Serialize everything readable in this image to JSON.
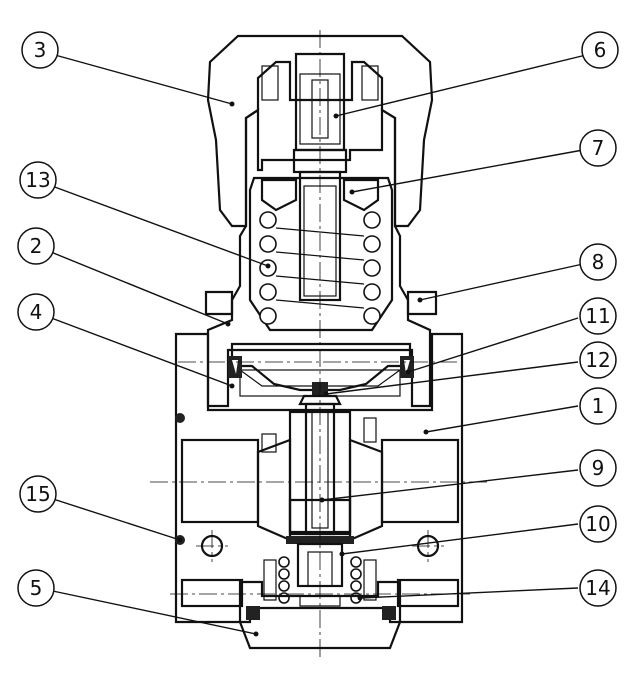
{
  "callouts": [
    {
      "label": "3"
    },
    {
      "label": "6"
    },
    {
      "label": "13"
    },
    {
      "label": "7"
    },
    {
      "label": "2"
    },
    {
      "label": "8"
    },
    {
      "label": "4"
    },
    {
      "label": "11"
    },
    {
      "label": "12"
    },
    {
      "label": "1"
    },
    {
      "label": "9"
    },
    {
      "label": "15"
    },
    {
      "label": "10"
    },
    {
      "label": "5"
    },
    {
      "label": "14"
    }
  ]
}
